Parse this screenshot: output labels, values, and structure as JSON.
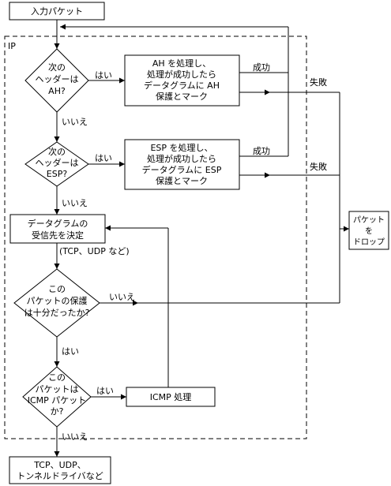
{
  "nodes": {
    "input_packet": "入力パケット",
    "ip_label": "IP",
    "decision_ah": [
      "次の",
      "ヘッダーは",
      "AH?"
    ],
    "process_ah": [
      "AH を処理し、",
      "処理が成功したら",
      "データグラムに AH",
      "保護とマーク"
    ],
    "decision_esp": [
      "次の",
      "ヘッダーは",
      "ESP?"
    ],
    "process_esp": [
      "ESP を処理し、",
      "処理が成功したら",
      "データグラムに ESP",
      "保護とマーク"
    ],
    "determine_receiver": [
      "データグラムの",
      "受信先を決定"
    ],
    "receiver_note": "(TCP、UDP など)",
    "decision_protected": [
      "この",
      "パケットの保護",
      "は十分だったか?"
    ],
    "decision_icmp": [
      "この",
      "パケットは",
      "ICMP パケット",
      "か?"
    ],
    "icmp_process": "ICMP 処理",
    "drop_packet": [
      "パケット",
      "を",
      "ドロップ"
    ],
    "output": [
      "TCP、UDP、",
      "トンネルドライバなど"
    ]
  },
  "edge_labels": {
    "yes": "はい",
    "no": "いいえ",
    "success": "成功",
    "failure": "失敗"
  },
  "colors": {
    "line": "#000000",
    "fill": "#ffffff"
  }
}
